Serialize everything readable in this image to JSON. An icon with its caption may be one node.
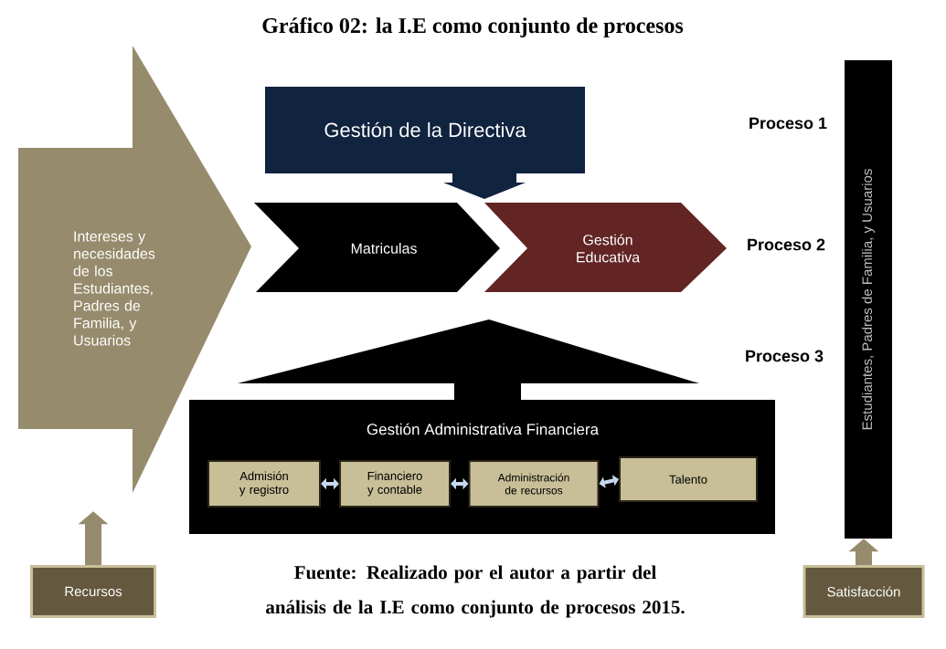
{
  "diagram": {
    "title": "Gráfico 02: la I.E como conjunto de procesos",
    "caption": "Fuente: Realizado por el autor a partir del análisis de la I.E como conjunto de procesos 2015.",
    "nodes": [
      {
        "text": [
          "Intereses y necesidades de los Estudiantes, Padres de Familia, y Usuarios"
        ]
      },
      {
        "text": [
          "Gestión de la Directiva"
        ]
      },
      {
        "text": [
          "Matriculas"
        ]
      },
      {
        "text": [
          "Gestión Educativa"
        ]
      },
      {
        "text": [
          "Gestión Administrativa Financiera"
        ]
      },
      {
        "text": [
          "Admisión y registro"
        ],
        "in": 4
      },
      {
        "text": [
          "Financiero y contable"
        ],
        "in": 4
      },
      {
        "text": [
          "Administración de recursos"
        ],
        "in": 4
      },
      {
        "text": [
          "Talento"
        ],
        "in": 4
      },
      {
        "text": [
          "Estudiantes, Padres de Familia, y Usuarios"
        ]
      },
      {
        "text": [
          "Recursos"
        ]
      },
      {
        "text": [
          "Satisfacción"
        ]
      }
    ],
    "edges": [
      {
        "from": 5,
        "to": 6,
        "arrow": "both",
        "color": "#c6d9f1"
      },
      {
        "from": 6,
        "to": 7,
        "arrow": "both",
        "color": "#c6d9f1"
      },
      {
        "from": 7,
        "to": 8,
        "arrow": "both",
        "color": "#c6d9f1"
      },
      {
        "from": 10,
        "to": 0,
        "arrow": "to",
        "style": "thick",
        "color": "#968b6c"
      },
      {
        "from": 11,
        "to": 9,
        "arrow": "to",
        "style": "thick",
        "color": "#968b6c"
      }
    ],
    "labels": [
      "Proceso 1",
      "Proceso 2",
      "Proceso 3"
    ]
  }
}
